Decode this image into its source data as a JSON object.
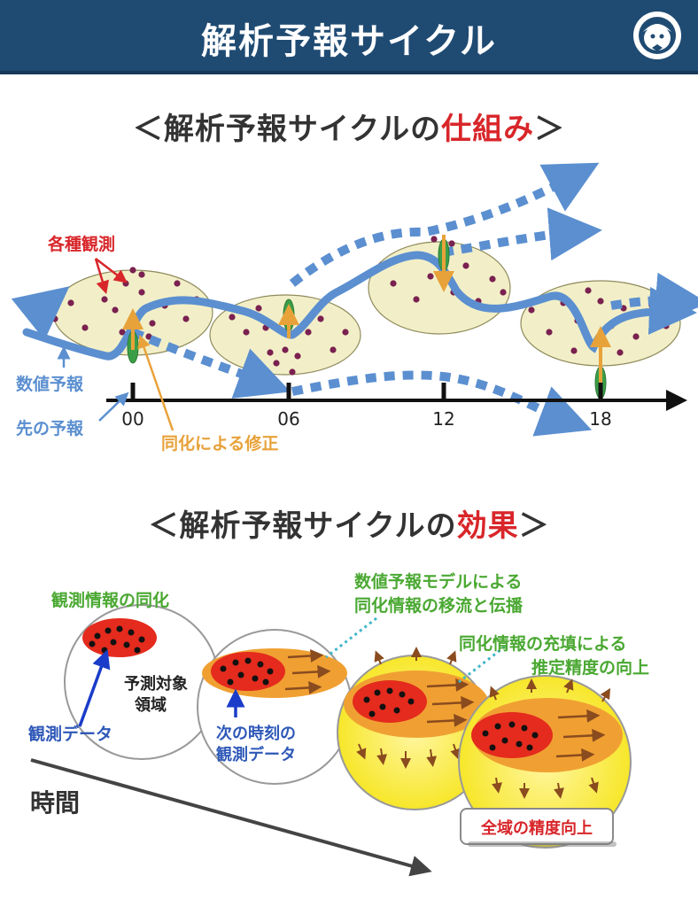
{
  "header": {
    "title": "解析予報サイクル",
    "logo_icon": "weather-mascot-icon"
  },
  "section1": {
    "title_prefix": "＜解析予報サイクルの",
    "title_accent": "仕組み",
    "title_suffix": "＞",
    "labels": {
      "observations": "各種観測",
      "numerical_forecast": "数値予報",
      "previous_forecast": "先の予報",
      "assimilation_correction": "同化による修正"
    },
    "time_ticks": [
      "00",
      "06",
      "12",
      "18"
    ]
  },
  "section2": {
    "title_prefix": "＜解析予報サイクルの",
    "title_accent": "効果",
    "title_suffix": "＞",
    "labels": {
      "obs_assimilation": "観測情報の同化",
      "target_area_line1": "予測対象",
      "target_area_line2": "領域",
      "obs_data": "観測データ",
      "next_obs_line1": "次の時刻の",
      "next_obs_line2": "観測データ",
      "advection_line1": "数値予報モデルによる",
      "advection_line2": "同化情報の移流と伝播",
      "filling_line1": "同化情報の充填による",
      "filling_line2": "推定精度の向上",
      "time": "時間",
      "overall_accuracy": "全域の精度向上"
    }
  },
  "colors": {
    "header_bg": "#1f4b73",
    "accent_red": "#d8262a",
    "forecast_blue": "#5b8fd0",
    "correction_orange": "#e8a23a",
    "green_label": "#4aa832",
    "ellipse_fill": "#f2efc8"
  }
}
